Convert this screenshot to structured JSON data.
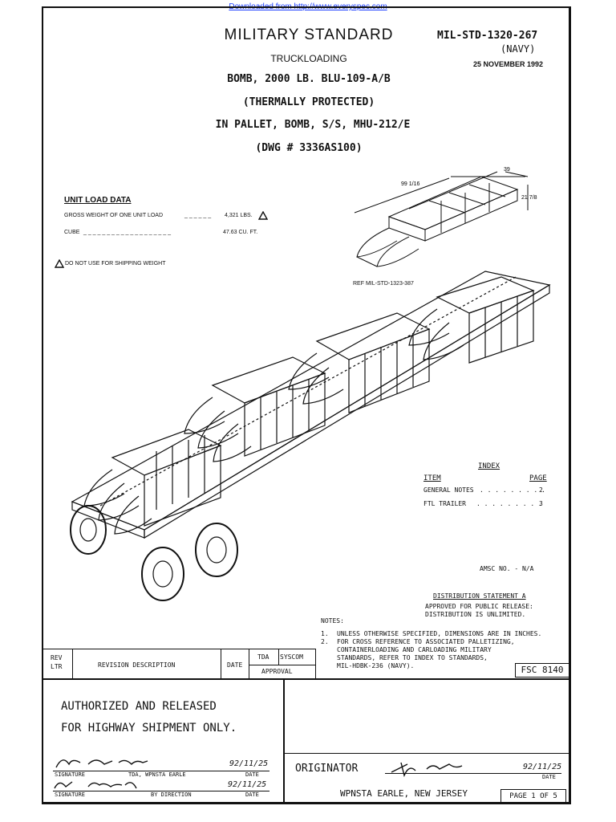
{
  "top_link": "Downloaded from http://www.everyspec.com",
  "header": {
    "title": "MILITARY STANDARD",
    "doc_number": "MIL-STD-1320-267",
    "branch": "(NAVY)",
    "date": "25 NOVEMBER 1992",
    "subtitle": "TRUCKLOADING",
    "line1": "BOMB, 2000 LB. BLU-109-A/B",
    "line2": "(THERMALLY PROTECTED)",
    "line3": "IN PALLET, BOMB, S/S, MHU-212/E",
    "line4": "(DWG # 3336AS100)"
  },
  "unit_load": {
    "heading": "UNIT LOAD DATA",
    "weight_label": "GROSS WEIGHT OF ONE UNIT LOAD",
    "weight_value": "4,321 LBS.",
    "cube_label": "CUBE",
    "cube_value": "47.63 CU. FT.",
    "note": "DO NOT USE FOR SHIPPING WEIGHT"
  },
  "dimensions": {
    "length": "99 1/16",
    "width": "39",
    "height": "21 7/8",
    "ref": "REF MIL-STD-1323-387"
  },
  "index": {
    "heading": "INDEX",
    "col_item": "ITEM",
    "col_page": "PAGE",
    "rows": [
      {
        "item": "GENERAL NOTES",
        "page": "2"
      },
      {
        "item": "FTL TRAILER",
        "page": "3"
      }
    ]
  },
  "amsc": "AMSC NO. - N/A",
  "distribution": {
    "heading": "DISTRIBUTION STATEMENT A",
    "line1": "APPROVED FOR PUBLIC RELEASE:",
    "line2": "DISTRIBUTION IS UNLIMITED."
  },
  "notes": {
    "heading": "NOTES:",
    "n1_num": "1.",
    "n1": "UNLESS OTHERWISE SPECIFIED, DIMENSIONS ARE IN INCHES.",
    "n2_num": "2.",
    "n2a": "FOR CROSS REFERENCE TO ASSOCIATED PALLETIZING,",
    "n2b": "CONTAINERLOADING AND CARLOADING MILITARY",
    "n2c": "STANDARDS, REFER TO INDEX TO STANDARDS,",
    "n2d": "MIL-HDBK-236 (NAVY)."
  },
  "revision": {
    "rev_ltr_1": "REV",
    "rev_ltr_2": "LTR",
    "description": "REVISION DESCRIPTION",
    "date": "DATE",
    "tda": "TDA",
    "syscom": "SYSCOM",
    "approval": "APPROVAL",
    "fsc": "FSC 8140"
  },
  "release": {
    "line1": "AUTHORIZED AND RELEASED",
    "line2": "FOR HIGHWAY SHIPMENT ONLY."
  },
  "signatures": {
    "sig1_label": "SIGNATURE",
    "sig1_role": "TDA, WPNSTA EARLE",
    "sig1_date_label": "DATE",
    "sig1_date": "92/11/25",
    "sig2_label": "SIGNATURE",
    "sig2_role": "BY DIRECTION",
    "sig2_date_label": "DATE",
    "sig2_date": "92/11/25"
  },
  "originator": {
    "label": "ORIGINATOR",
    "date_label": "DATE",
    "date": "92/11/25",
    "location": "WPNSTA EARLE, NEW JERSEY",
    "page": "PAGE 1 OF 5"
  }
}
